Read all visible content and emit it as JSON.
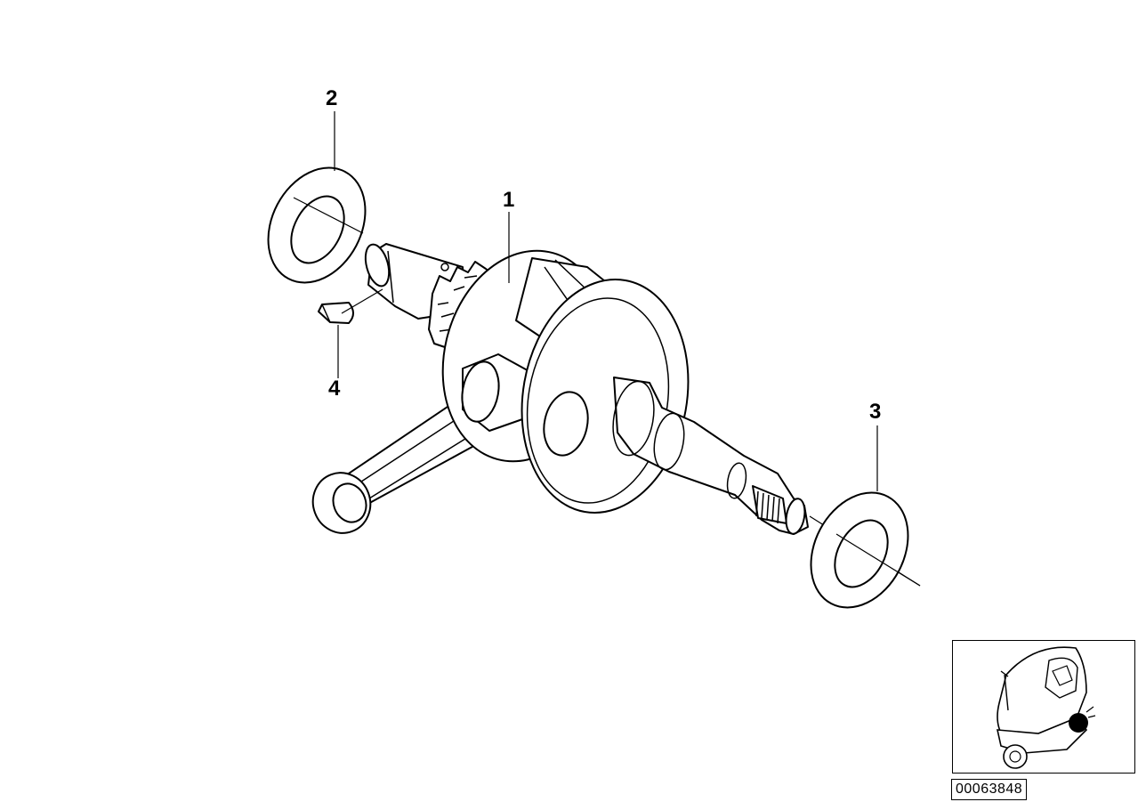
{
  "callouts": [
    {
      "id": "1",
      "label": "1"
    },
    {
      "id": "2",
      "label": "2"
    },
    {
      "id": "3",
      "label": "3"
    },
    {
      "id": "4",
      "label": "4"
    }
  ],
  "reference": {
    "diagram_number": "00063848"
  }
}
